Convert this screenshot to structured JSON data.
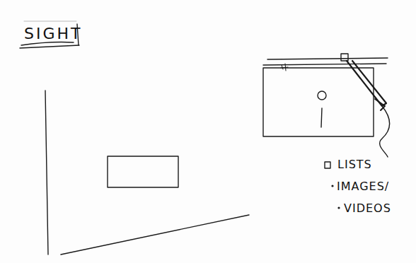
{
  "diagram": {
    "title": "SIGHT",
    "labels": [
      "LISTS",
      "IMAGES/",
      "VIDEOS"
    ]
  }
}
